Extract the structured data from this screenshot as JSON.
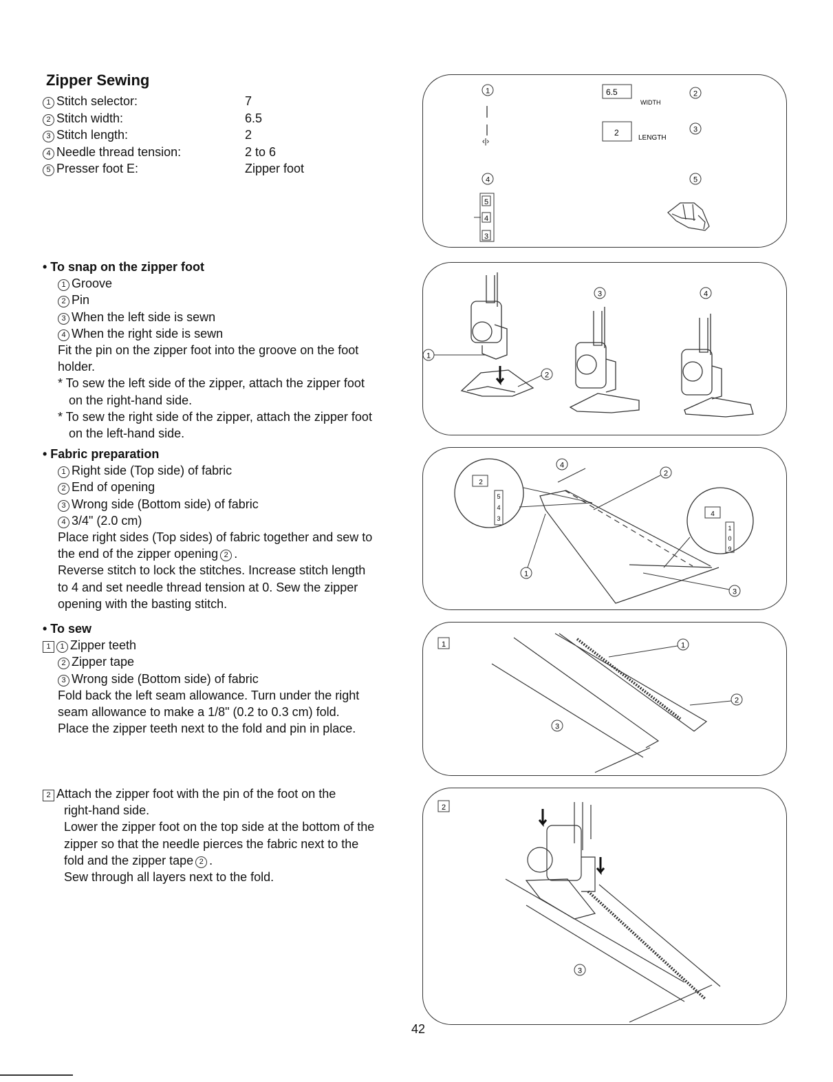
{
  "title": "Zipper Sewing",
  "settings": [
    {
      "num": "1",
      "label": "Stitch selector:",
      "value": "7"
    },
    {
      "num": "2",
      "label": "Stitch width:",
      "value": "6.5"
    },
    {
      "num": "3",
      "label": "Stitch length:",
      "value": "2"
    },
    {
      "num": "4",
      "label": "Needle thread tension:",
      "value": "2 to 6"
    },
    {
      "num": "5",
      "label": "Presser foot E:",
      "value": "Zipper foot"
    }
  ],
  "snap": {
    "heading": "• To snap on the zipper foot",
    "items": [
      {
        "num": "1",
        "text": "Groove"
      },
      {
        "num": "2",
        "text": "Pin"
      },
      {
        "num": "3",
        "text": "When the left side is sewn"
      },
      {
        "num": "4",
        "text": "When the right side is sewn"
      }
    ],
    "body_lines": [
      "Fit the pin on the zipper foot into the groove on the foot",
      "holder."
    ],
    "note1": [
      "*  To sew the left side of the zipper, attach the zipper foot",
      "on the right-hand side."
    ],
    "note2": [
      "*  To sew the right side of the zipper, attach the zipper foot",
      "on the left-hand side."
    ]
  },
  "fabric": {
    "heading": "• Fabric preparation",
    "items": [
      {
        "num": "1",
        "text": "Right side (Top side) of fabric"
      },
      {
        "num": "2",
        "text": "End of opening"
      },
      {
        "num": "3",
        "text": "Wrong side (Bottom side) of fabric"
      },
      {
        "num": "4",
        "text": "3/4\" (2.0 cm)"
      }
    ],
    "line1": "Place right sides (Top sides) of fabric together and sew to",
    "line2_pre": "the end of the zipper opening",
    "line2_num": "2",
    "line2_post": ".",
    "lines_rest": [
      "Reverse stitch to lock the stitches.  Increase stitch length",
      "to 4 and set needle thread tension at 0.  Sew the zipper",
      "opening with the basting stitch."
    ]
  },
  "sew": {
    "heading": "• To sew",
    "step": "1",
    "items": [
      {
        "num": "1",
        "text": "Zipper teeth"
      },
      {
        "num": "2",
        "text": "Zipper tape"
      },
      {
        "num": "3",
        "text": "Wrong side (Bottom side) of fabric"
      }
    ],
    "lines": [
      "Fold back the left seam allowance.  Turn under the right",
      "seam allowance to make a 1/8\" (0.2 to 0.3 cm) fold.",
      "Place the zipper teeth next to the fold and pin in place."
    ]
  },
  "step2": {
    "step": "2",
    "first_line": "Attach the zipper foot with the pin of the foot on the",
    "lines": [
      "right-hand side.",
      "Lower the zipper foot on the top side at the bottom of the",
      "zipper so that the needle pierces the fabric next to the"
    ],
    "last_pre": "fold and the zipper tape",
    "last_num": "2",
    "last_post": ".",
    "final": "Sew through all layers next to the fold."
  },
  "diagram_labels": {
    "panel1": {
      "n1": "1",
      "n2": "2",
      "n3": "3",
      "n4": "4",
      "n5": "5",
      "width_value": "6.5",
      "width_label": "WIDTH",
      "length_value": "2",
      "length_label": "LENGTH",
      "dial": [
        "5",
        "4",
        "3"
      ]
    },
    "panel2": {
      "n1": "1",
      "n2": "2",
      "n3": "3",
      "n4": "4"
    },
    "panel3": {
      "n1": "1",
      "n2": "2",
      "n3": "3",
      "n4": "4",
      "len_a": "2",
      "len_b": "4",
      "dial_a": [
        "5",
        "4",
        "3"
      ],
      "dial_b": [
        "1",
        "0",
        "9"
      ]
    },
    "panel4": {
      "step": "1",
      "n1": "1",
      "n2": "2",
      "n3": "3"
    },
    "panel5": {
      "step": "2",
      "n3": "3"
    }
  },
  "page_number": "42"
}
